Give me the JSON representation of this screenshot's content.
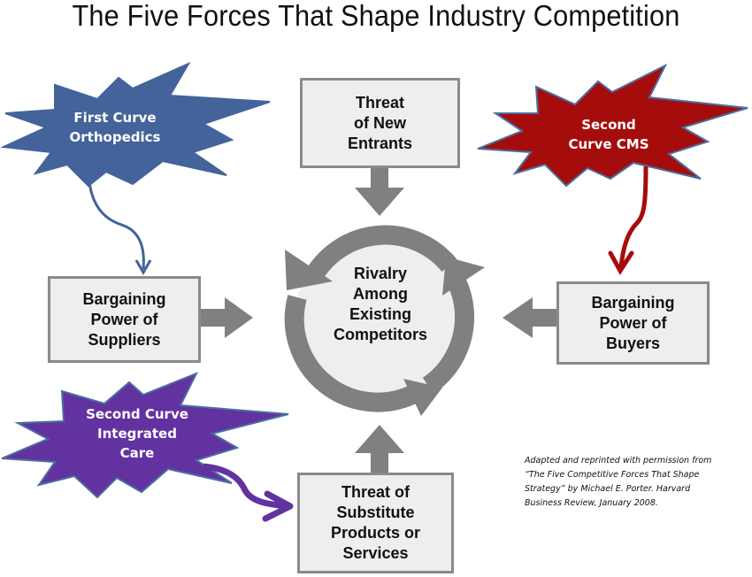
{
  "title": "The Five Forces That Shape Industry Competition",
  "forces": {
    "new_entrants": {
      "lines": [
        "Threat",
        "of New",
        "Entrants"
      ]
    },
    "suppliers": {
      "lines": [
        "Bargaining",
        "Power of",
        "Suppliers"
      ]
    },
    "buyers": {
      "lines": [
        "Bargaining",
        "Power of",
        "Buyers"
      ]
    },
    "substitutes": {
      "lines": [
        "Threat of",
        "Substitute",
        "Products or",
        "Services"
      ]
    },
    "rivalry": {
      "lines": [
        "Rivalry",
        "Among",
        "Existing",
        "Competitors"
      ]
    }
  },
  "callouts": {
    "first_curve": {
      "lines": [
        "First Curve",
        "Orthopedics"
      ],
      "color": "#44639a",
      "target": "Bargaining Power of Suppliers"
    },
    "second_curve_cms": {
      "lines": [
        "Second",
        "Curve CMS"
      ],
      "color": "#a50d0d",
      "target": "Bargaining Power of Buyers"
    },
    "second_curve_integrated": {
      "lines": [
        "Second Curve",
        "Integrated",
        "Care"
      ],
      "color": "#6232a0",
      "target": "Threat of Substitute Products or Services"
    }
  },
  "citation": {
    "lines": [
      "Adapted and reprinted with permission  from",
      "“The Five Competitive  Forces That Shape",
      "Strategy” by Michael  E. Porter.  Harvard",
      "Business Review,  January 2008."
    ]
  },
  "colors": {
    "arrow_gray": "#808080",
    "box_fill": "#eeeeee",
    "box_border": "#8a8a8a",
    "callout_outline": "#4a6ea0"
  }
}
